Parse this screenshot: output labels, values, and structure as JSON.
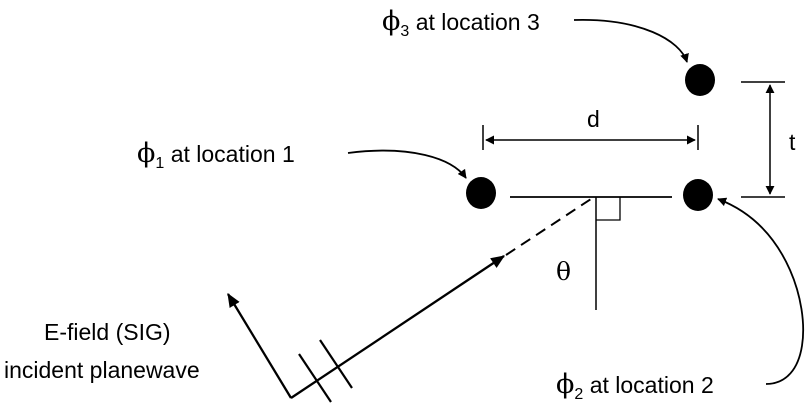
{
  "labels": {
    "phi1": {
      "symbol": "ϕ",
      "subscript": "1",
      "text": " at location 1"
    },
    "phi2": {
      "symbol": "ϕ",
      "subscript": "2",
      "text": " at location 2"
    },
    "phi3": {
      "symbol": "ϕ",
      "subscript": "3",
      "text": " at location 3"
    },
    "d": "d",
    "t": "t",
    "theta": "θ",
    "efield_line1": "E-field (SIG)",
    "efield_line2": "incident planewave"
  }
}
